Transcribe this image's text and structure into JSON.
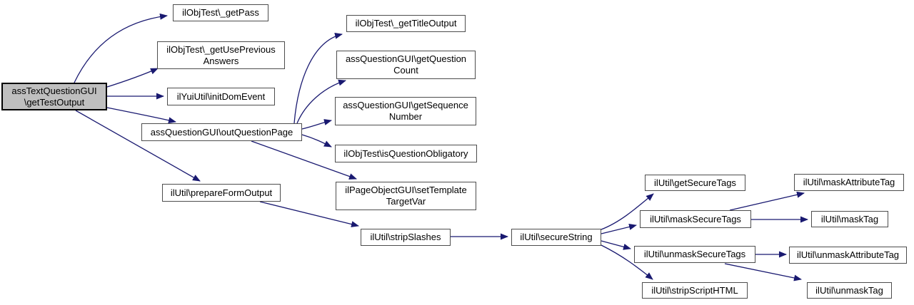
{
  "diagram": {
    "type": "call-graph",
    "root_function": "assTextQuestionGUI\\getTestOutput",
    "colors": {
      "edge": "#191970",
      "node_fill": "#ffffff",
      "node_border": "#4d4d4d",
      "root_fill": "#bfbfbf",
      "root_border": "#000000",
      "background": "#ffffff",
      "text": "#000000"
    },
    "nodes": {
      "main": {
        "label": "assTextQuestionGUI\\getTestOutput",
        "lines": [
          "assTextQuestionGUI",
          "\\getTestOutput"
        ]
      },
      "getPass": {
        "label": "ilObjTest\\_getPass",
        "lines": [
          "ilObjTest\\_getPass"
        ]
      },
      "getUsePreviousAnswers": {
        "label": "ilObjTest\\_getUsePreviousAnswers",
        "lines": [
          "ilObjTest\\_getUsePrevious",
          "Answers"
        ]
      },
      "initDomEvent": {
        "label": "ilYuiUtil\\initDomEvent",
        "lines": [
          "ilYuiUtil\\initDomEvent"
        ]
      },
      "outQuestionPage": {
        "label": "assQuestionGUI\\outQuestionPage",
        "lines": [
          "assQuestionGUI\\outQuestionPage"
        ]
      },
      "getTitleOutput": {
        "label": "ilObjTest\\_getTitleOutput",
        "lines": [
          "ilObjTest\\_getTitleOutput"
        ]
      },
      "getQuestionCount": {
        "label": "assQuestionGUI\\getQuestionCount",
        "lines": [
          "assQuestionGUI\\getQuestion",
          "Count"
        ]
      },
      "getSequenceNumber": {
        "label": "assQuestionGUI\\getSequenceNumber",
        "lines": [
          "assQuestionGUI\\getSequence",
          "Number"
        ]
      },
      "isQuestionObligatory": {
        "label": "ilObjTest\\isQuestionObligatory",
        "lines": [
          "ilObjTest\\isQuestionObligatory"
        ]
      },
      "setTemplateTargetVar": {
        "label": "ilPageObjectGUI\\setTemplateTargetVar",
        "lines": [
          "ilPageObjectGUI\\setTemplate",
          "TargetVar"
        ]
      },
      "prepareFormOutput": {
        "label": "ilUtil\\prepareFormOutput",
        "lines": [
          "ilUtil\\prepareFormOutput"
        ]
      },
      "stripSlashes": {
        "label": "ilUtil\\stripSlashes",
        "lines": [
          "ilUtil\\stripSlashes"
        ]
      },
      "secureString": {
        "label": "ilUtil\\secureString",
        "lines": [
          "ilUtil\\secureString"
        ]
      },
      "getSecureTags": {
        "label": "ilUtil\\getSecureTags",
        "lines": [
          "ilUtil\\getSecureTags"
        ]
      },
      "maskSecureTags": {
        "label": "ilUtil\\maskSecureTags",
        "lines": [
          "ilUtil\\maskSecureTags"
        ]
      },
      "unmaskSecureTags": {
        "label": "ilUtil\\unmaskSecureTags",
        "lines": [
          "ilUtil\\unmaskSecureTags"
        ]
      },
      "stripScriptHTML": {
        "label": "ilUtil\\stripScriptHTML",
        "lines": [
          "ilUtil\\stripScriptHTML"
        ]
      },
      "maskAttributeTag": {
        "label": "ilUtil\\maskAttributeTag",
        "lines": [
          "ilUtil\\maskAttributeTag"
        ]
      },
      "maskTag": {
        "label": "ilUtil\\maskTag",
        "lines": [
          "ilUtil\\maskTag"
        ]
      },
      "unmaskAttributeTag": {
        "label": "ilUtil\\unmaskAttributeTag",
        "lines": [
          "ilUtil\\unmaskAttributeTag"
        ]
      },
      "unmaskTag": {
        "label": "ilUtil\\unmaskTag",
        "lines": [
          "ilUtil\\unmaskTag"
        ]
      }
    },
    "edges": [
      {
        "from": "assTextQuestionGUI\\getTestOutput",
        "to": "ilObjTest\\_getPass"
      },
      {
        "from": "assTextQuestionGUI\\getTestOutput",
        "to": "ilObjTest\\_getUsePreviousAnswers"
      },
      {
        "from": "assTextQuestionGUI\\getTestOutput",
        "to": "ilYuiUtil\\initDomEvent"
      },
      {
        "from": "assTextQuestionGUI\\getTestOutput",
        "to": "assQuestionGUI\\outQuestionPage"
      },
      {
        "from": "assTextQuestionGUI\\getTestOutput",
        "to": "ilUtil\\prepareFormOutput"
      },
      {
        "from": "assQuestionGUI\\outQuestionPage",
        "to": "ilObjTest\\_getTitleOutput"
      },
      {
        "from": "assQuestionGUI\\outQuestionPage",
        "to": "assQuestionGUI\\getQuestionCount"
      },
      {
        "from": "assQuestionGUI\\outQuestionPage",
        "to": "assQuestionGUI\\getSequenceNumber"
      },
      {
        "from": "assQuestionGUI\\outQuestionPage",
        "to": "ilObjTest\\isQuestionObligatory"
      },
      {
        "from": "assQuestionGUI\\outQuestionPage",
        "to": "ilPageObjectGUI\\setTemplateTargetVar"
      },
      {
        "from": "ilUtil\\prepareFormOutput",
        "to": "ilUtil\\stripSlashes"
      },
      {
        "from": "ilUtil\\stripSlashes",
        "to": "ilUtil\\secureString"
      },
      {
        "from": "ilUtil\\secureString",
        "to": "ilUtil\\getSecureTags"
      },
      {
        "from": "ilUtil\\secureString",
        "to": "ilUtil\\maskSecureTags"
      },
      {
        "from": "ilUtil\\secureString",
        "to": "ilUtil\\unmaskSecureTags"
      },
      {
        "from": "ilUtil\\secureString",
        "to": "ilUtil\\stripScriptHTML"
      },
      {
        "from": "ilUtil\\maskSecureTags",
        "to": "ilUtil\\maskAttributeTag"
      },
      {
        "from": "ilUtil\\maskSecureTags",
        "to": "ilUtil\\maskTag"
      },
      {
        "from": "ilUtil\\unmaskSecureTags",
        "to": "ilUtil\\unmaskAttributeTag"
      },
      {
        "from": "ilUtil\\unmaskSecureTags",
        "to": "ilUtil\\unmaskTag"
      }
    ]
  }
}
